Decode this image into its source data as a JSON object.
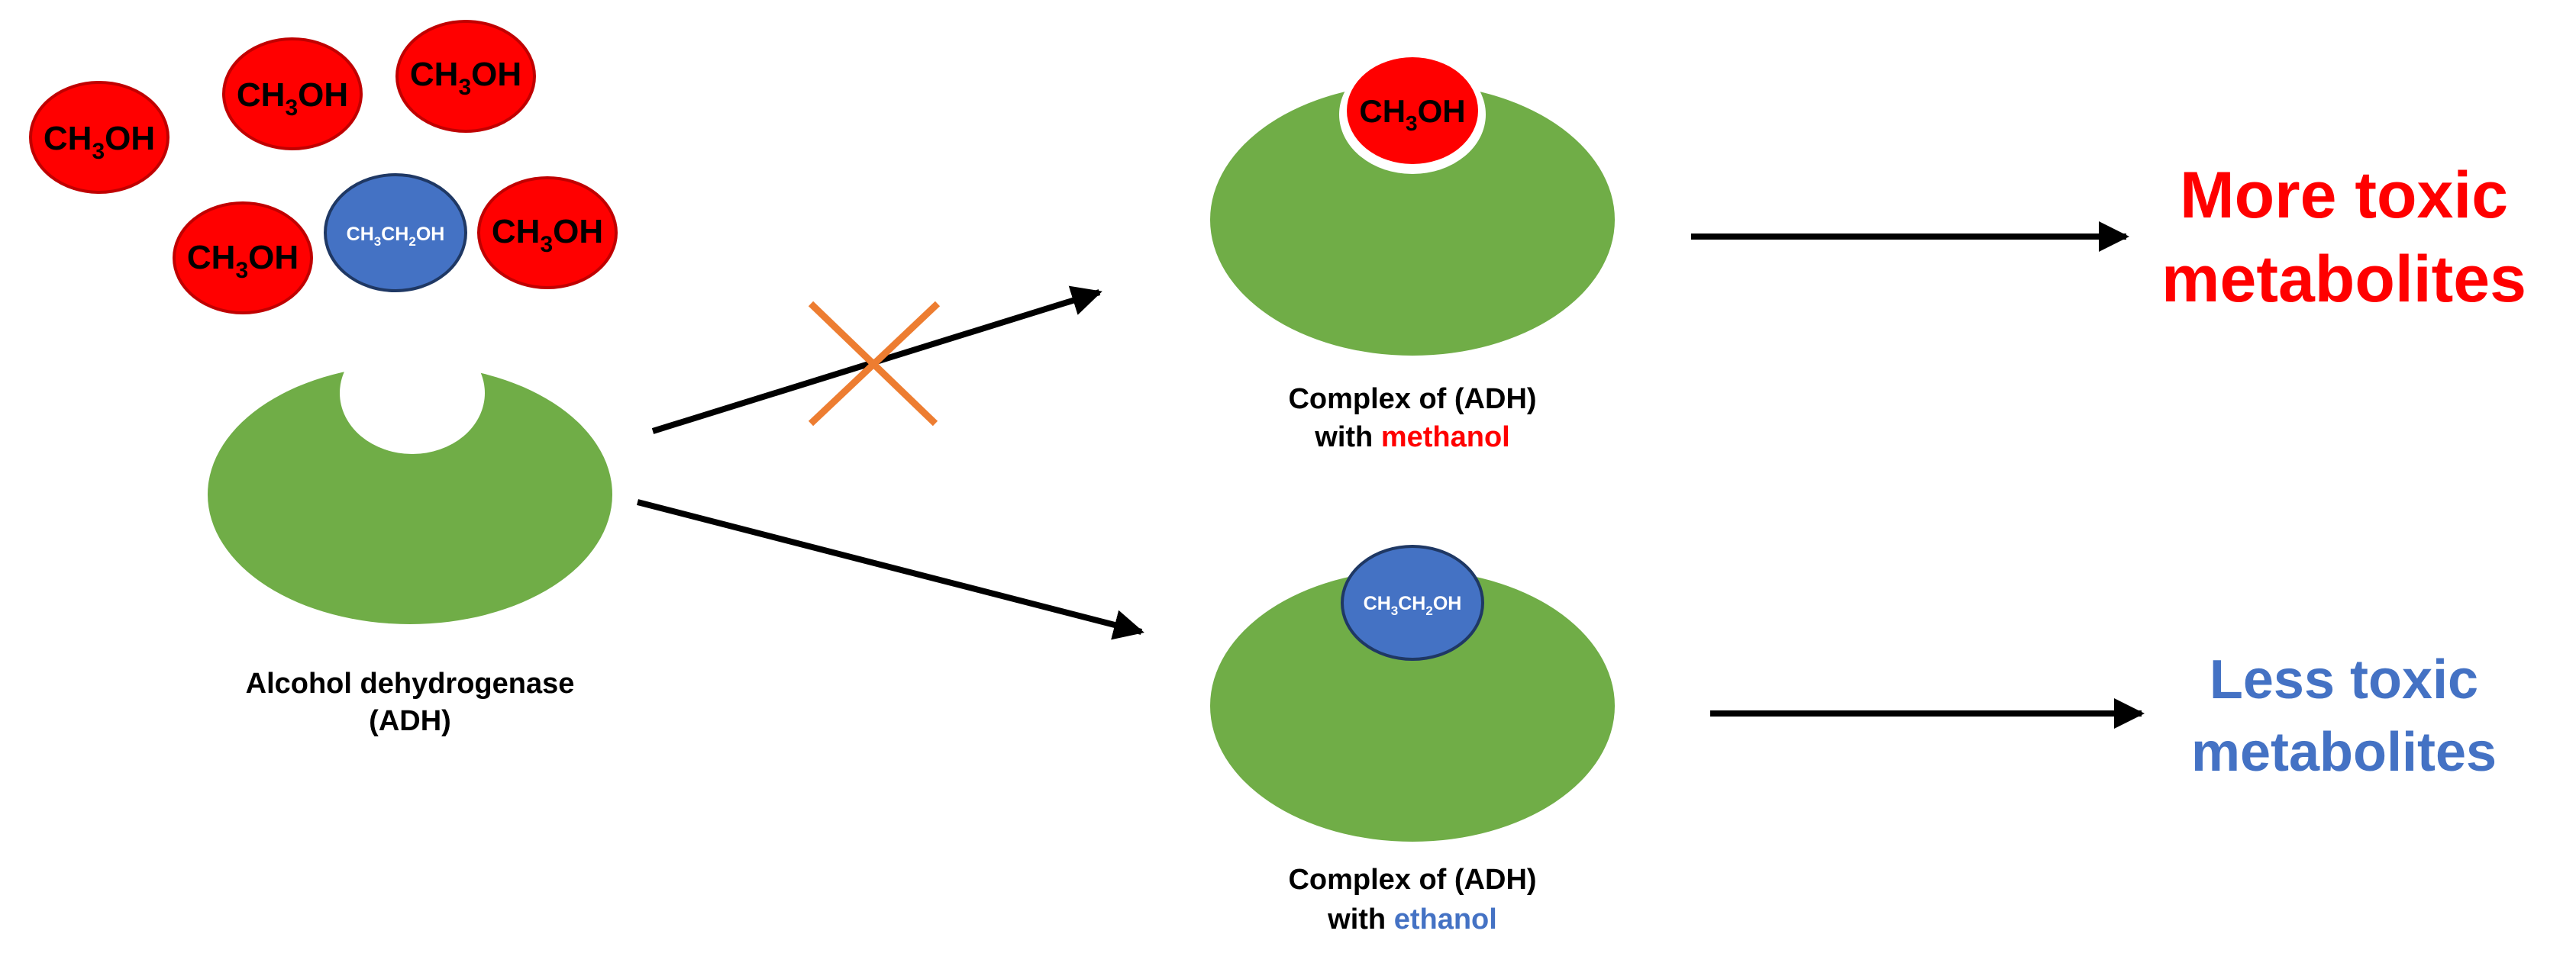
{
  "molecules": {
    "methanol_main": "CH",
    "methanol_sub": "3",
    "methanol_tail": "OH",
    "ethanol_a": "CH",
    "ethanol_sub1": "3",
    "ethanol_b": "CH",
    "ethanol_sub2": "2",
    "ethanol_tail": "OH"
  },
  "labels": {
    "adh_line1": "Alcohol dehydrogenase",
    "adh_line2": "(ADH)",
    "complex_methanol_line1": "Complex of (ADH)",
    "complex_methanol_with": "with ",
    "complex_methanol_word": "methanol",
    "complex_ethanol_line1": "Complex of (ADH)",
    "complex_ethanol_with": "with ",
    "complex_ethanol_word": "ethanol"
  },
  "outcomes": {
    "more_line1": "More toxic",
    "more_line2": "metabolites",
    "less_line1": "Less toxic",
    "less_line2": "metabolites"
  },
  "colors": {
    "methanol_red": "#ff0000",
    "ethanol_blue": "#4472c4",
    "enzyme_green": "#70ad47",
    "cross_orange": "#ed7d31",
    "arrow_black": "#000000"
  }
}
